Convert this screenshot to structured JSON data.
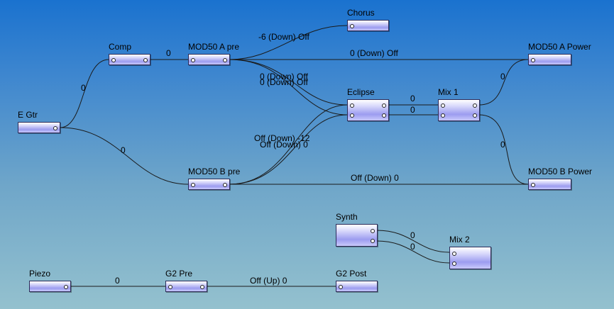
{
  "nodes": {
    "egtr": {
      "label": "E Gtr"
    },
    "comp": {
      "label": "Comp"
    },
    "mod50a_pre": {
      "label": "MOD50 A pre"
    },
    "chorus": {
      "label": "Chorus"
    },
    "mod50a_power": {
      "label": "MOD50 A Power"
    },
    "eclipse": {
      "label": "Eclipse"
    },
    "mix1": {
      "label": "Mix 1"
    },
    "mod50b_pre": {
      "label": "MOD50 B pre"
    },
    "mod50b_power": {
      "label": "MOD50 B Power"
    },
    "synth": {
      "label": "Synth"
    },
    "mix2": {
      "label": "Mix 2"
    },
    "piezo": {
      "label": "Piezo"
    },
    "g2pre": {
      "label": "G2 Pre"
    },
    "g2post": {
      "label": "G2 Post"
    }
  },
  "connections": {
    "egtr_comp": "0",
    "egtr_modbpre": "0",
    "comp_modapre": "0",
    "modapre_chorus": "-6 (Down) Off",
    "modapre_modapower": "0 (Down) Off",
    "modapre_eclipse_1": "0 (Down) Off",
    "modapre_eclipse_2": "0 (Down) Off",
    "modbpre_eclipse_1": "Off (Down) -12",
    "modbpre_eclipse_2": "Off (Down) 0",
    "modbpre_modbpower": "Off (Down) 0",
    "eclipse_mix1_1": "0",
    "eclipse_mix1_2": "0",
    "mix1_modapower": "0",
    "mix1_modbpower": "0",
    "synth_mix2_1": "0",
    "synth_mix2_2": "0",
    "piezo_g2pre": "0",
    "g2pre_g2post": "Off (Up) 0"
  }
}
